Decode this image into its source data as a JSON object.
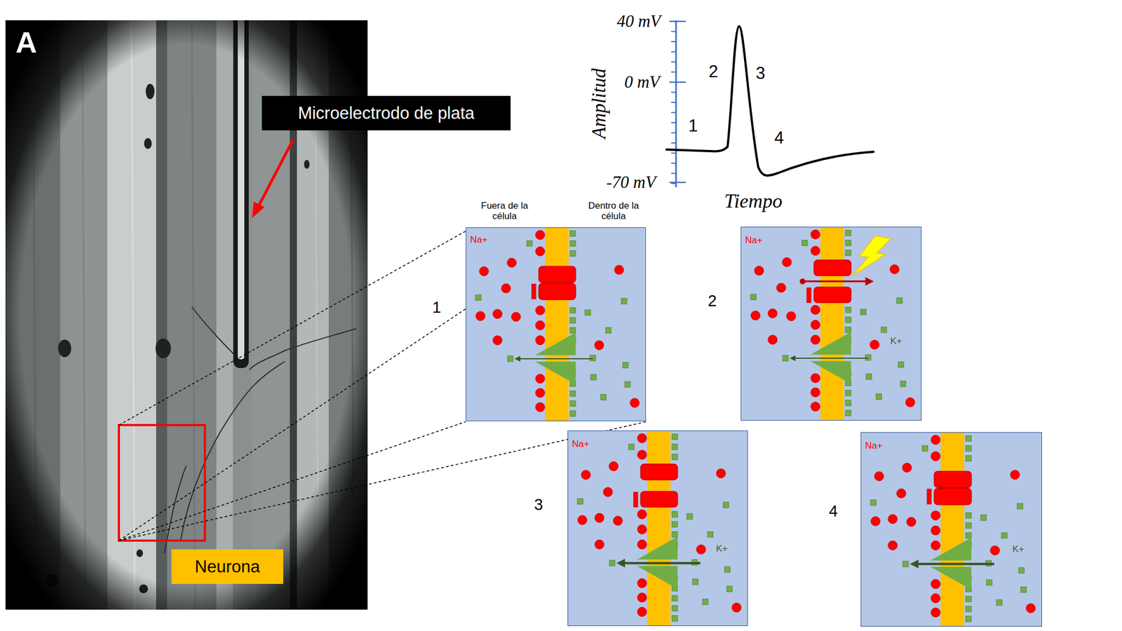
{
  "diagram": {
    "nodes": [
      {
        "text": [
          "Microelectrodo de plata"
        ]
      },
      {
        "text": [
          "Neurona"
        ]
      },
      {
        "text": [
          "Na+"
        ]
      },
      {
        "text": [
          "Na+",
          "K+"
        ]
      },
      {
        "text": [
          "Na+",
          "K+"
        ]
      },
      {
        "text": [
          "Na+",
          "K+"
        ]
      }
    ],
    "labels": [
      "A",
      "40 mV",
      "0 mV",
      "-70 mV",
      "Amplitud",
      "Tiempo",
      "1",
      "2",
      "3",
      "4",
      "Fuera de la célula",
      "Dentro de la célula",
      "1",
      "2",
      "3",
      "4"
    ]
  }
}
